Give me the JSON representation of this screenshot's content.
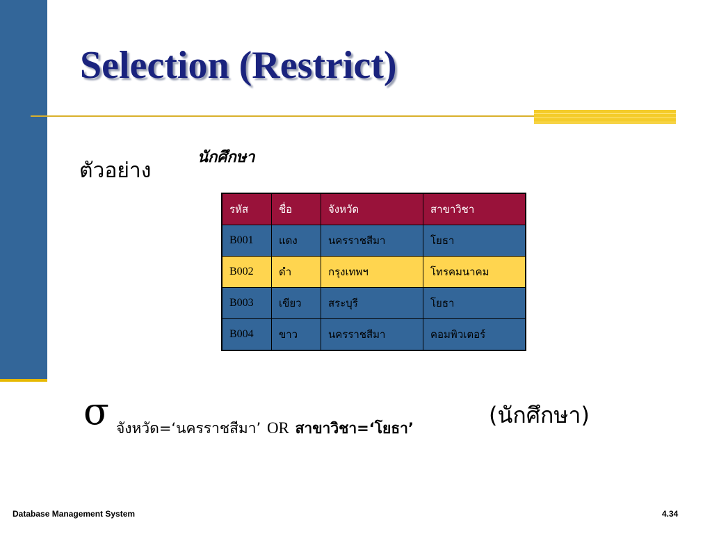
{
  "slide": {
    "title": "Selection (Restrict)",
    "example_label": "ตัวอย่าง",
    "table_caption": "นักศึกษา"
  },
  "table": {
    "headers": [
      "รหัส",
      "ชื่อ",
      "จังหวัด",
      "สาขาวิชา"
    ],
    "rows": [
      [
        "B001",
        "แดง",
        "นครราชสีมา",
        "โยธา"
      ],
      [
        "B002",
        "ดำ",
        "กรุงเทพฯ",
        "โทรคมนาคม"
      ],
      [
        "B003",
        "เขียว",
        "สระบุรี",
        "โยธา"
      ],
      [
        "B004",
        "ขาว",
        "นครราชสีมา",
        "คอมพิวเตอร์"
      ]
    ],
    "highlight_row": 1
  },
  "formula": {
    "operator": "σ",
    "condition_part1": "จังหวัด=‘นครราชสีมา’",
    "condition_or": "OR",
    "condition_part2": "สาขาวิชา=‘โยธา’",
    "relation": "(นักศึกษา)"
  },
  "footer": {
    "course": "Database Management System",
    "page": "4.34"
  },
  "colors": {
    "sidebar": "#336699",
    "accent_gold": "#f4cc2a",
    "header_row": "#99123a",
    "row_blue": "#336699",
    "row_highlight": "#ffd54f",
    "title": "#1a237e"
  }
}
